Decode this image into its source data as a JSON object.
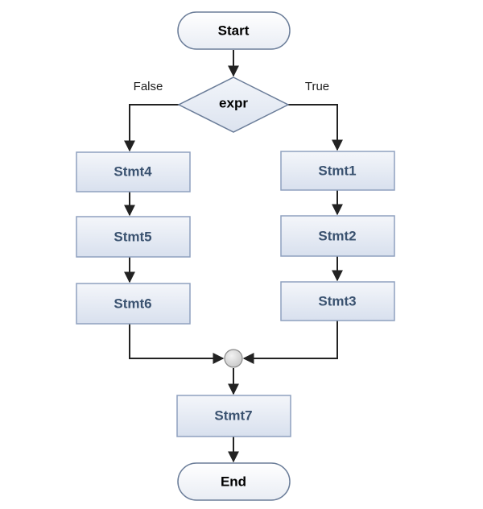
{
  "nodes": {
    "start": "Start",
    "decision": "expr",
    "stmt1": "Stmt1",
    "stmt2": "Stmt2",
    "stmt3": "Stmt3",
    "stmt4": "Stmt4",
    "stmt5": "Stmt5",
    "stmt6": "Stmt6",
    "stmt7": "Stmt7",
    "end": "End"
  },
  "branches": {
    "false": "False",
    "true": "True"
  },
  "colors": {
    "terminal_fill": "#ffffff",
    "terminal_stroke": "#6b7d99",
    "terminal_text": "#000000",
    "process_fill": "#dfe6f2",
    "process_stroke": "#8fa1bf",
    "process_text": "#3a5270",
    "decision_fill": "#e6ecf5",
    "decision_stroke": "#6b7d99",
    "decision_text": "#000000",
    "connector_fill": "#dedede",
    "connector_stroke": "#888888",
    "edge": "#222222"
  }
}
